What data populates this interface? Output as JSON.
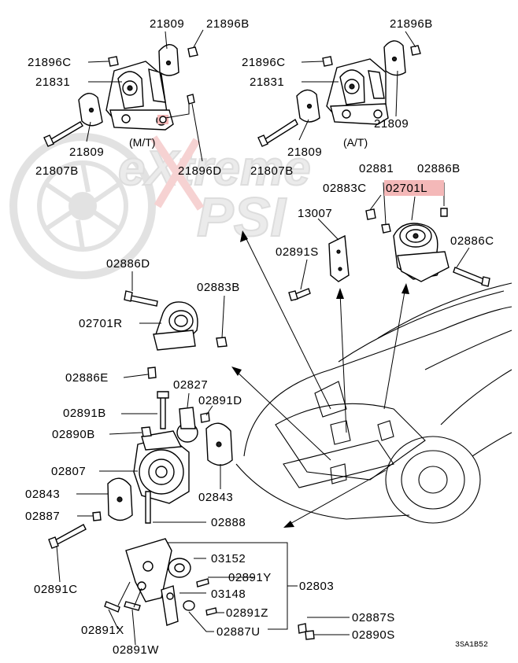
{
  "watermark": {
    "line1": "eXtreme",
    "line2": "PSI"
  },
  "variant_labels": {
    "mt": "(M/T)",
    "at": "(A/T)"
  },
  "callouts": [
    {
      "id": "21809_mt",
      "text": "21809"
    },
    {
      "id": "21896b_mt",
      "text": "21896B"
    },
    {
      "id": "21896c_mt",
      "text": "21896C"
    },
    {
      "id": "21831_mt",
      "text": "21831"
    },
    {
      "id": "21809b_mt",
      "text": "21809"
    },
    {
      "id": "21807b_mt",
      "text": "21807B"
    },
    {
      "id": "21896d",
      "text": "21896D"
    },
    {
      "id": "21896b_at",
      "text": "21896B"
    },
    {
      "id": "21896c_at",
      "text": "21896C"
    },
    {
      "id": "21831_at",
      "text": "21831"
    },
    {
      "id": "21809_at",
      "text": "21809"
    },
    {
      "id": "21809b_at",
      "text": "21809"
    },
    {
      "id": "21807b_at",
      "text": "21807B"
    },
    {
      "id": "02881",
      "text": "02881"
    },
    {
      "id": "02886b",
      "text": "02886B"
    },
    {
      "id": "02883c",
      "text": "02883C"
    },
    {
      "id": "02701l",
      "text": "02701L"
    },
    {
      "id": "13007",
      "text": "13007"
    },
    {
      "id": "02886c",
      "text": "02886C"
    },
    {
      "id": "02891s",
      "text": "02891S"
    },
    {
      "id": "02886d",
      "text": "02886D"
    },
    {
      "id": "02883b",
      "text": "02883B"
    },
    {
      "id": "02701r",
      "text": "02701R"
    },
    {
      "id": "02886e",
      "text": "02886E"
    },
    {
      "id": "02827",
      "text": "02827"
    },
    {
      "id": "02891d",
      "text": "02891D"
    },
    {
      "id": "02891b",
      "text": "02891B"
    },
    {
      "id": "02890b",
      "text": "02890B"
    },
    {
      "id": "02807",
      "text": "02807"
    },
    {
      "id": "02843a",
      "text": "02843"
    },
    {
      "id": "02843b",
      "text": "02843"
    },
    {
      "id": "02887",
      "text": "02887"
    },
    {
      "id": "02888",
      "text": "02888"
    },
    {
      "id": "02891c",
      "text": "02891C"
    },
    {
      "id": "03152",
      "text": "03152"
    },
    {
      "id": "02891y",
      "text": "02891Y"
    },
    {
      "id": "03148",
      "text": "03148"
    },
    {
      "id": "02803",
      "text": "02803"
    },
    {
      "id": "02891z",
      "text": "02891Z"
    },
    {
      "id": "02887u",
      "text": "02887U"
    },
    {
      "id": "02887s",
      "text": "02887S"
    },
    {
      "id": "02890s",
      "text": "02890S"
    },
    {
      "id": "02891x",
      "text": "02891X"
    },
    {
      "id": "02891w",
      "text": "02891W"
    }
  ],
  "diagram_code": "3SA1B52",
  "highlight_color": "#f4b8b8"
}
